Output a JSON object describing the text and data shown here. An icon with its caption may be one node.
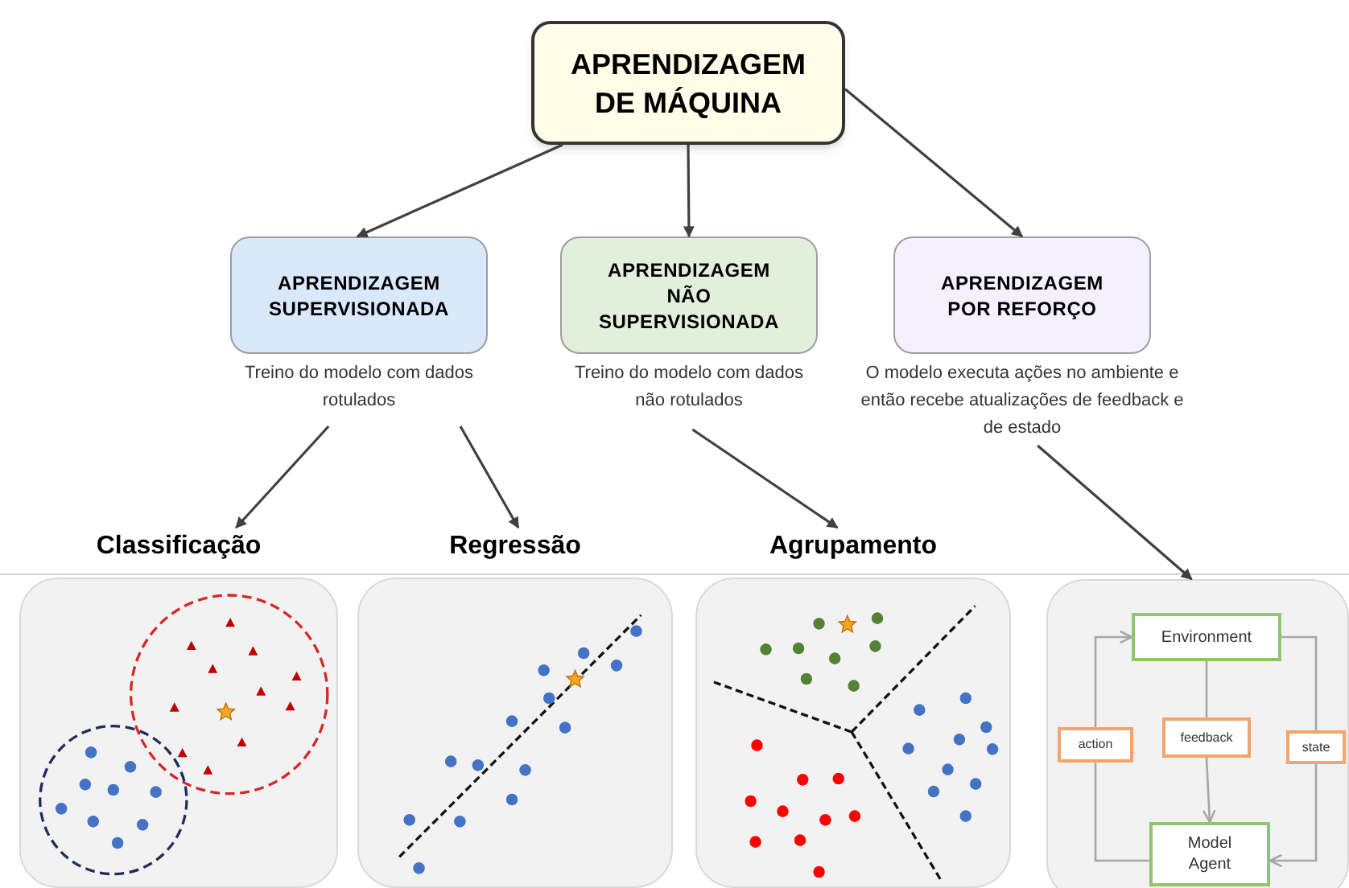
{
  "diagram": {
    "nodes": [
      {
        "text": [
          "APRENDIZAGEM DE MÁQUINA"
        ]
      },
      {
        "text": [
          "APRENDIZAGEM SUPERVISIONADA"
        ],
        "beside": [
          "Treino do modelo com dados rotulados"
        ]
      },
      {
        "text": [
          "APRENDIZAGEM NÃO SUPERVISIONADA"
        ],
        "beside": [
          "Treino do modelo com dados não rotulados"
        ]
      },
      {
        "text": [
          "APRENDIZAGEM POR REFORÇO"
        ],
        "beside": [
          "O modelo executa ações no ambiente e então recebe atualizações de feedback e de estado"
        ]
      },
      {
        "text": [
          "Classificação"
        ]
      },
      {
        "text": [
          "Regressão"
        ]
      },
      {
        "text": [
          "Agrupamento"
        ]
      },
      {
        "text": [],
        "shape": "box"
      },
      {
        "text": [
          "Environment"
        ],
        "in": 7
      },
      {
        "text": [
          "Model Agent"
        ],
        "in": 7
      },
      {
        "text": [
          "action"
        ],
        "in": 7
      },
      {
        "text": [
          "feedback"
        ],
        "in": 7
      },
      {
        "text": [
          "state"
        ],
        "in": 7
      }
    ],
    "edges": [
      {
        "from": 0,
        "to": 1,
        "arrow": "to"
      },
      {
        "from": 0,
        "to": 2,
        "arrow": "to"
      },
      {
        "from": 0,
        "to": 3,
        "arrow": "to"
      },
      {
        "from": 1,
        "to": 4,
        "arrow": "to"
      },
      {
        "from": 1,
        "to": 5,
        "arrow": "to"
      },
      {
        "from": 2,
        "to": 6,
        "arrow": "to"
      },
      {
        "from": 3,
        "to": 7,
        "arrow": "to"
      },
      {
        "from": 8,
        "to": 11,
        "arrow": "none",
        "color": "#a6a6a6"
      },
      {
        "from": 11,
        "to": 9,
        "arrow": "to",
        "color": "#a6a6a6"
      },
      {
        "from": 9,
        "to": 10,
        "arrow": "none",
        "color": "#a6a6a6"
      },
      {
        "from": 10,
        "to": 8,
        "arrow": "to",
        "color": "#a6a6a6"
      },
      {
        "from": 8,
        "to": 12,
        "arrow": "none",
        "color": "#a6a6a6"
      },
      {
        "from": 12,
        "to": 9,
        "arrow": "to",
        "color": "#a6a6a6"
      }
    ]
  }
}
